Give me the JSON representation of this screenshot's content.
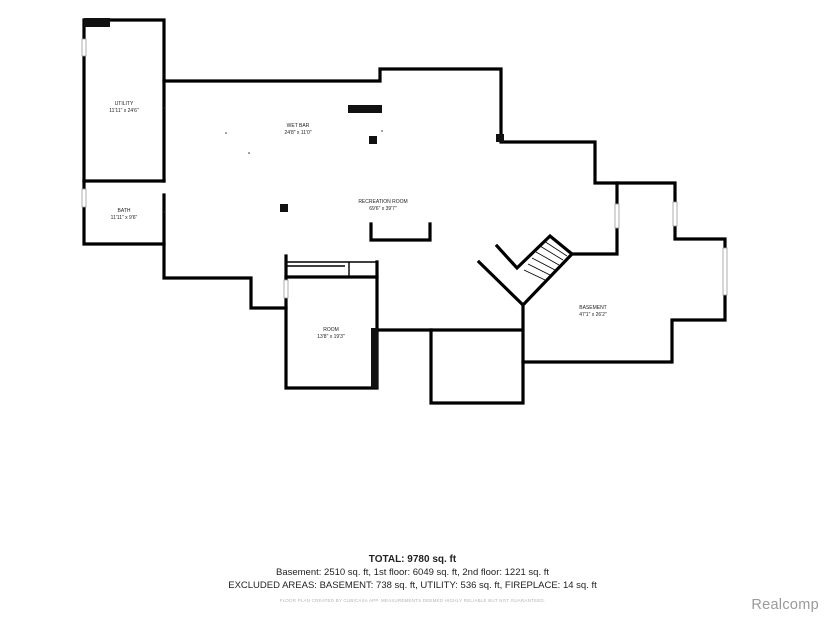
{
  "rooms": {
    "utility": {
      "name": "UTILITY",
      "dims": "11'11\" x 24'6\""
    },
    "bath": {
      "name": "BATH",
      "dims": "11'11\" x 9'6\""
    },
    "wet_bar": {
      "name": "WET BAR",
      "dims": "24'8\" x 11'0\""
    },
    "recreation": {
      "name": "RECREATION ROOM",
      "dims": "69'6\" x 39'7\""
    },
    "room": {
      "name": "ROOM",
      "dims": "13'8\" x 19'3\""
    },
    "basement": {
      "name": "BASEMENT",
      "dims": "47'1\" x 26'2\""
    }
  },
  "footer": {
    "total": "TOTAL: 9780 sq. ft",
    "areas": "Basement: 2510 sq. ft, 1st floor: 6049 sq. ft, 2nd floor: 1221 sq. ft",
    "excluded": "EXCLUDED AREAS: BASEMENT: 738 sq. ft, UTILITY: 536 sq. ft, FIREPLACE: 14 sq. ft",
    "disclaimer": "FLOOR PLAN CREATED BY CUBICASA APP. MEASUREMENTS DEEMED HIGHLY RELIABLE BUT NOT GUARANTEED."
  },
  "brand": "Realcomp"
}
